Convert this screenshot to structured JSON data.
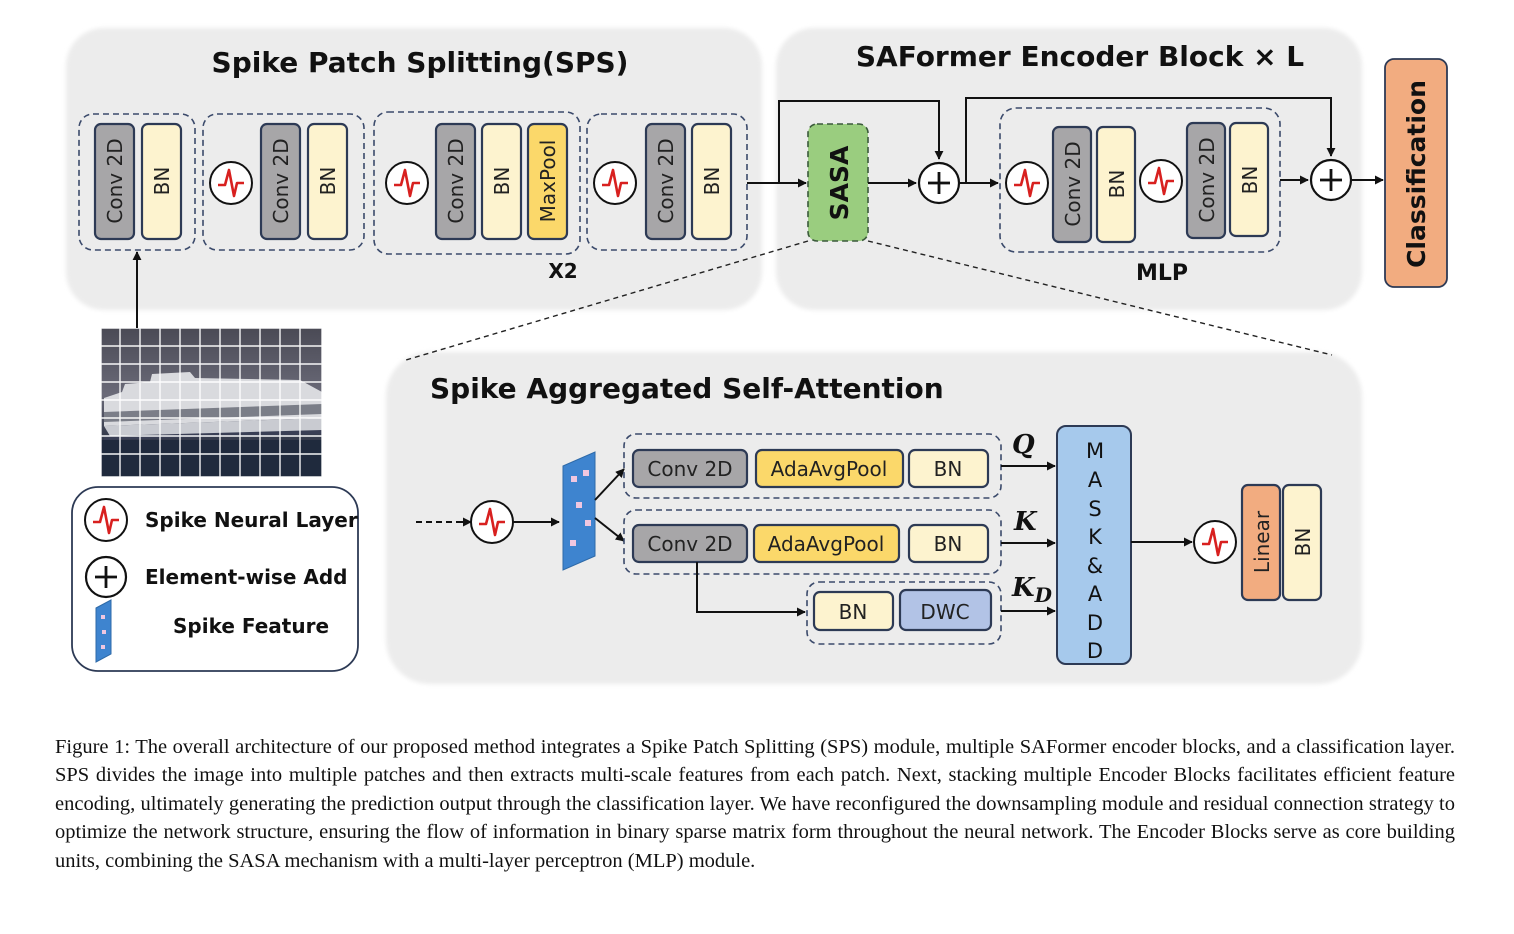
{
  "sps": {
    "title": "Spike Patch Splitting(SPS)",
    "conv_label": "Conv 2D",
    "bn_label": "BN",
    "maxpool_label": "MaxPool",
    "repeat_label": "X2"
  },
  "encoder": {
    "title": "SAFormer Encoder Block × L",
    "sasa_label": "SASA",
    "mlp_label": "MLP",
    "conv_label": "Conv 2D",
    "bn_label": "BN"
  },
  "classification_label": "Classification",
  "attention": {
    "title": "Spike Aggregated Self-Attention",
    "conv_label": "Conv 2D",
    "adapool_label": "AdaAvgPool",
    "bn_label": "BN",
    "dwc_label": "DWC",
    "q_label": "Q",
    "k_label": "K",
    "kd_main": "K",
    "kd_sub": "D",
    "mask_letters": [
      "M",
      "A",
      "S",
      "K",
      "&",
      "A",
      "D",
      "D"
    ],
    "linear_label": "Linear"
  },
  "legend": {
    "spike_neural_layer": "Spike Neural Layer",
    "element_wise_add": "Element-wise Add",
    "spike_feature": "Spike Feature"
  },
  "caption": "Figure 1: The overall architecture of our proposed method integrates a Spike Patch Splitting (SPS) module, multiple SAFormer encoder blocks, and a classification layer. SPS divides the image into multiple patches and then extracts multi-scale features from each patch. Next, stacking multiple Encoder Blocks facilitates efficient feature encoding, ultimately generating the prediction output through the classification layer. We have reconfigured the downsampling module and residual connection strategy to optimize the network structure, ensuring the flow of information in binary sparse matrix form throughout the neural network. The Encoder Blocks serve as core building units, combining the SASA mechanism with a multi-layer perceptron (MLP) module.",
  "colors": {
    "panel": "#ececec",
    "conv": "#a7a6a8",
    "bn": "#fdf3cf",
    "pool": "#fbd86a",
    "sasa": "#9acd7f",
    "classification": "#f2ac80",
    "mask_add": "#a6c9ec",
    "dwc": "#b2c3e6",
    "linear": "#f2ac80",
    "spike": "#d8201f"
  }
}
